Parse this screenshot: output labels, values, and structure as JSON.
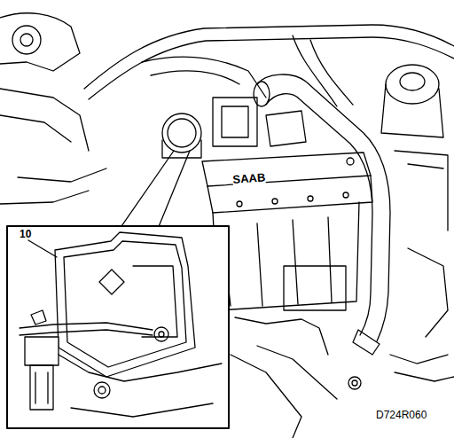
{
  "diagram": {
    "labels": [
      "10",
      "SAAB",
      "D724R060"
    ]
  }
}
